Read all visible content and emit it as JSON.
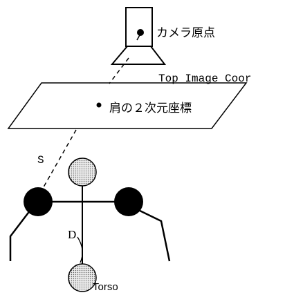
{
  "labels": {
    "camera_origin": "カメラ原点",
    "top_image_coords": "Top Image Coor",
    "shoulder_2d_coords": "肩の２次元座標",
    "s": "S",
    "d": "D",
    "torso": "Torso"
  },
  "colors": {
    "line": "#000000",
    "background": "#ffffff",
    "joint_fill": "#000000",
    "head_fill": "#d8d8d8"
  }
}
